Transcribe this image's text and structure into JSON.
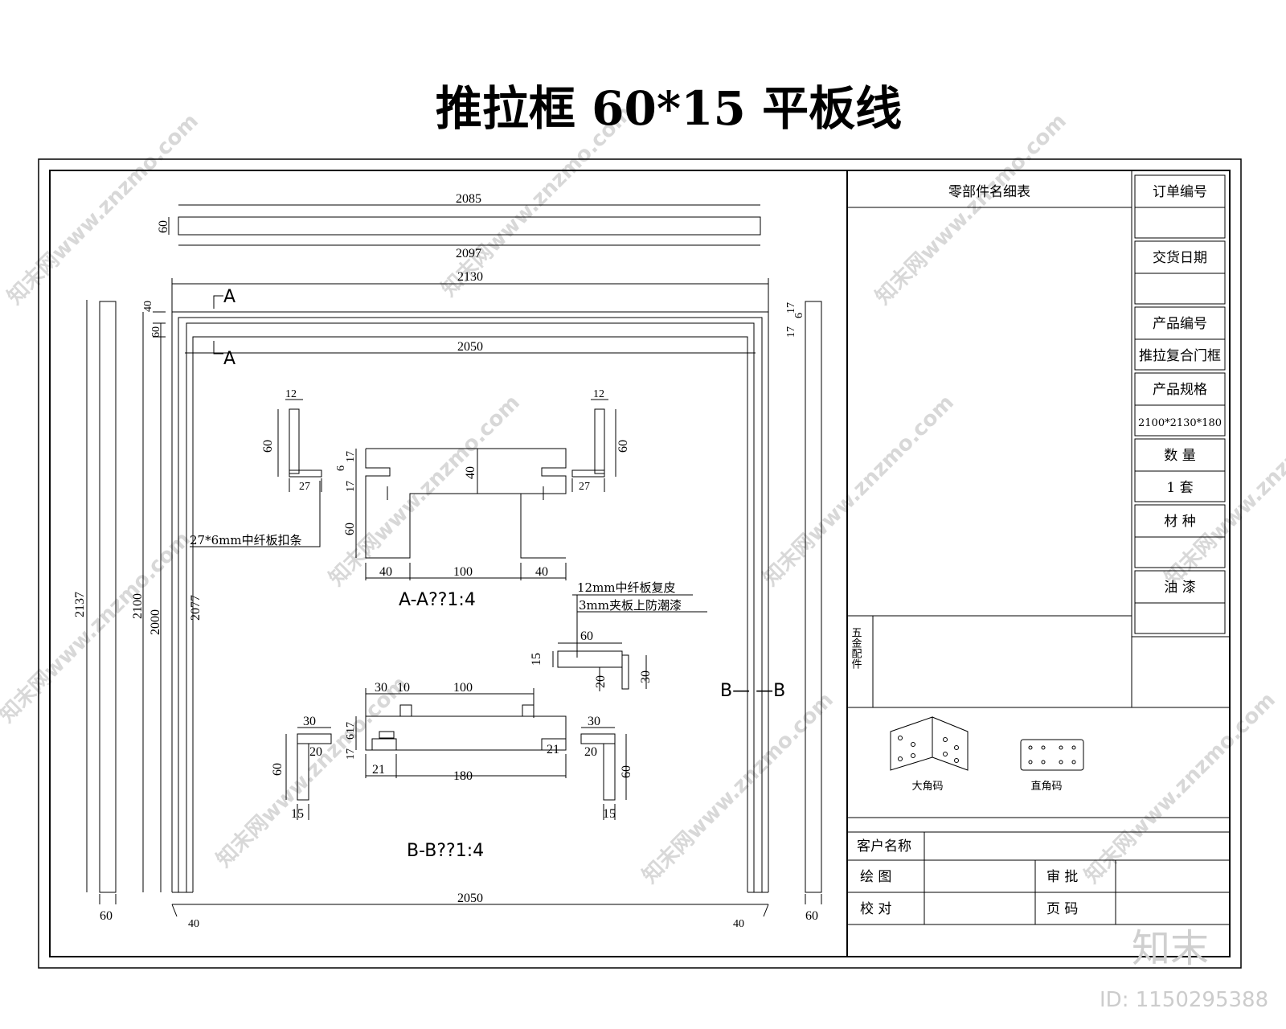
{
  "title": "推拉框 60*15   平板线",
  "top_bar": {
    "dim_top": "2085",
    "dim_height": "60",
    "dim_bottom": "2097"
  },
  "frame": {
    "dim_overall_width": "2130",
    "dim_inner_width": "2050",
    "dim_bottom_width": "2050",
    "dim_40_top": "40",
    "dim_60_top": "60",
    "dim_right_17": "17",
    "dim_right_17b": "17",
    "dim_right_6": "6",
    "dim_left_2137": "2137",
    "dim_left_2100": "2100",
    "dim_left_2000": "2000",
    "dim_left_2077": "2077",
    "dim_left_bar_width": "60",
    "dim_right_bar_width": "60",
    "dim_corner_left_40": "40",
    "dim_corner_right_40": "40",
    "section_mark": "A",
    "section_b_label": "B—    —B"
  },
  "section_aa": {
    "title": "A-A??1:4",
    "dim_12_left": "12",
    "dim_12_right": "12",
    "dim_60_left": "60",
    "dim_60_right": "60",
    "dim_27_left": "27",
    "dim_27_right": "27",
    "dim_6": "6",
    "dim_17_top": "17",
    "dim_17_mid": "17",
    "dim_40_center": "40",
    "dim_60_leg": "60",
    "dim_40_bottom_left": "40",
    "dim_100_bottom": "100",
    "dim_40_bottom_right": "40",
    "note_strip": "27*6mm中纤板扣条",
    "note_skin": "12mm中纤板复皮",
    "note_paint": "3mm夹板上防潮漆",
    "dim_detail_60": "60",
    "dim_detail_15": "15",
    "dim_detail_20": "20",
    "dim_detail_30": "30"
  },
  "section_bb": {
    "title": "B-B??1:4",
    "dim_30": "30",
    "dim_10": "10",
    "dim_100": "100",
    "dim_17a": "17",
    "dim_6": "6",
    "dim_17b": "17",
    "dim_21_left": "21",
    "dim_21_right": "21",
    "dim_180": "180",
    "dim_30_left": "30",
    "dim_20_left": "20",
    "dim_60_left": "60",
    "dim_15_left": "15",
    "dim_30_right": "30",
    "dim_20_right": "20",
    "dim_60_right": "60",
    "dim_15_right": "15"
  },
  "title_block": {
    "parts_table_header": "零部件名细表",
    "hardware_label": "五金配件",
    "hardware_1": "大角码",
    "hardware_2": "直角码",
    "order_no_label": "订单编号",
    "order_no_value": "",
    "delivery_date_label": "交货日期",
    "delivery_date_value": "",
    "product_no_label": "产品编号",
    "product_no_value": "推拉复合门框",
    "product_spec_label": "产品规格",
    "product_spec_value": "2100*2130*180",
    "quantity_label": "数 量",
    "quantity_value": "1 套",
    "material_label": "材 种",
    "material_value": "",
    "paint_label": "油 漆",
    "paint_value": "",
    "customer_label": "客户名称",
    "drawn_label": "绘 图",
    "approve_label": "审 批",
    "check_label": "校 对",
    "page_label": "页 码"
  },
  "watermark": {
    "site_text": "知末网www.znzmo.com",
    "logo_text": "知末",
    "id_text": "ID: 1150295388"
  }
}
